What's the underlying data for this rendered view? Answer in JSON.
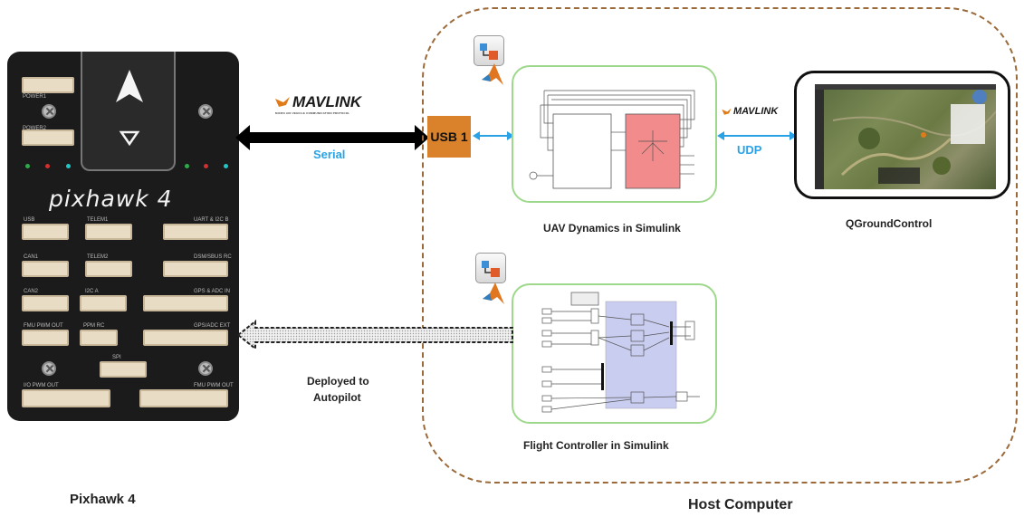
{
  "pixhawk": {
    "logo": "pixhawk 4",
    "caption": "Pixhawk 4",
    "ports": {
      "power1": "POWER1",
      "power2": "POWER2",
      "usb": "USB",
      "telem1": "TELEM1",
      "uart_i2c_b": "UART & I2C B",
      "can1": "CAN1",
      "telem2": "TELEM2",
      "dsm_sbus_rc": "DSM/SBUS RC",
      "can2": "CAN2",
      "i2c_a": "I2C A",
      "gps_i2c_in": "GPS & ADC IN",
      "fmu_out": "FMU PWM OUT",
      "ppm_rc": "PPM RC",
      "gps_ext": "GPS/ADC EXT",
      "spi": "SPI",
      "io_pwm_out": "I/O PWM OUT",
      "fmu_pwm_out": "FMU PWM OUT"
    }
  },
  "links": {
    "mavlink_serial": "MAVLINK",
    "mavlink_sub": "MICRO AIR VEHICLE COMMUNICATION PROTOCOL",
    "serial_label": "Serial",
    "usb_label": "USB 1",
    "mavlink_udp": "MAVLINK",
    "udp_label": "UDP",
    "deployed_line1": "Deployed to",
    "deployed_line2": "Autopilot"
  },
  "host": {
    "caption": "Host Computer",
    "uav_caption": "UAV Dynamics in Simulink",
    "fc_caption": "Flight Controller in Simulink",
    "qgc_caption": "QGroundControl"
  },
  "colors": {
    "host_border": "#9b6a3a",
    "usb": "#d9822b",
    "link_blue": "#2aa3e6",
    "green_box": "#9ed88c",
    "plant_block": "#f28b8b",
    "controller_subsystem": "#c9cdf0"
  },
  "icons": [
    "simulink-block-icon",
    "matlab-logo-icon",
    "arrow-up-icon",
    "arrow-down-icon",
    "screw-icon"
  ]
}
